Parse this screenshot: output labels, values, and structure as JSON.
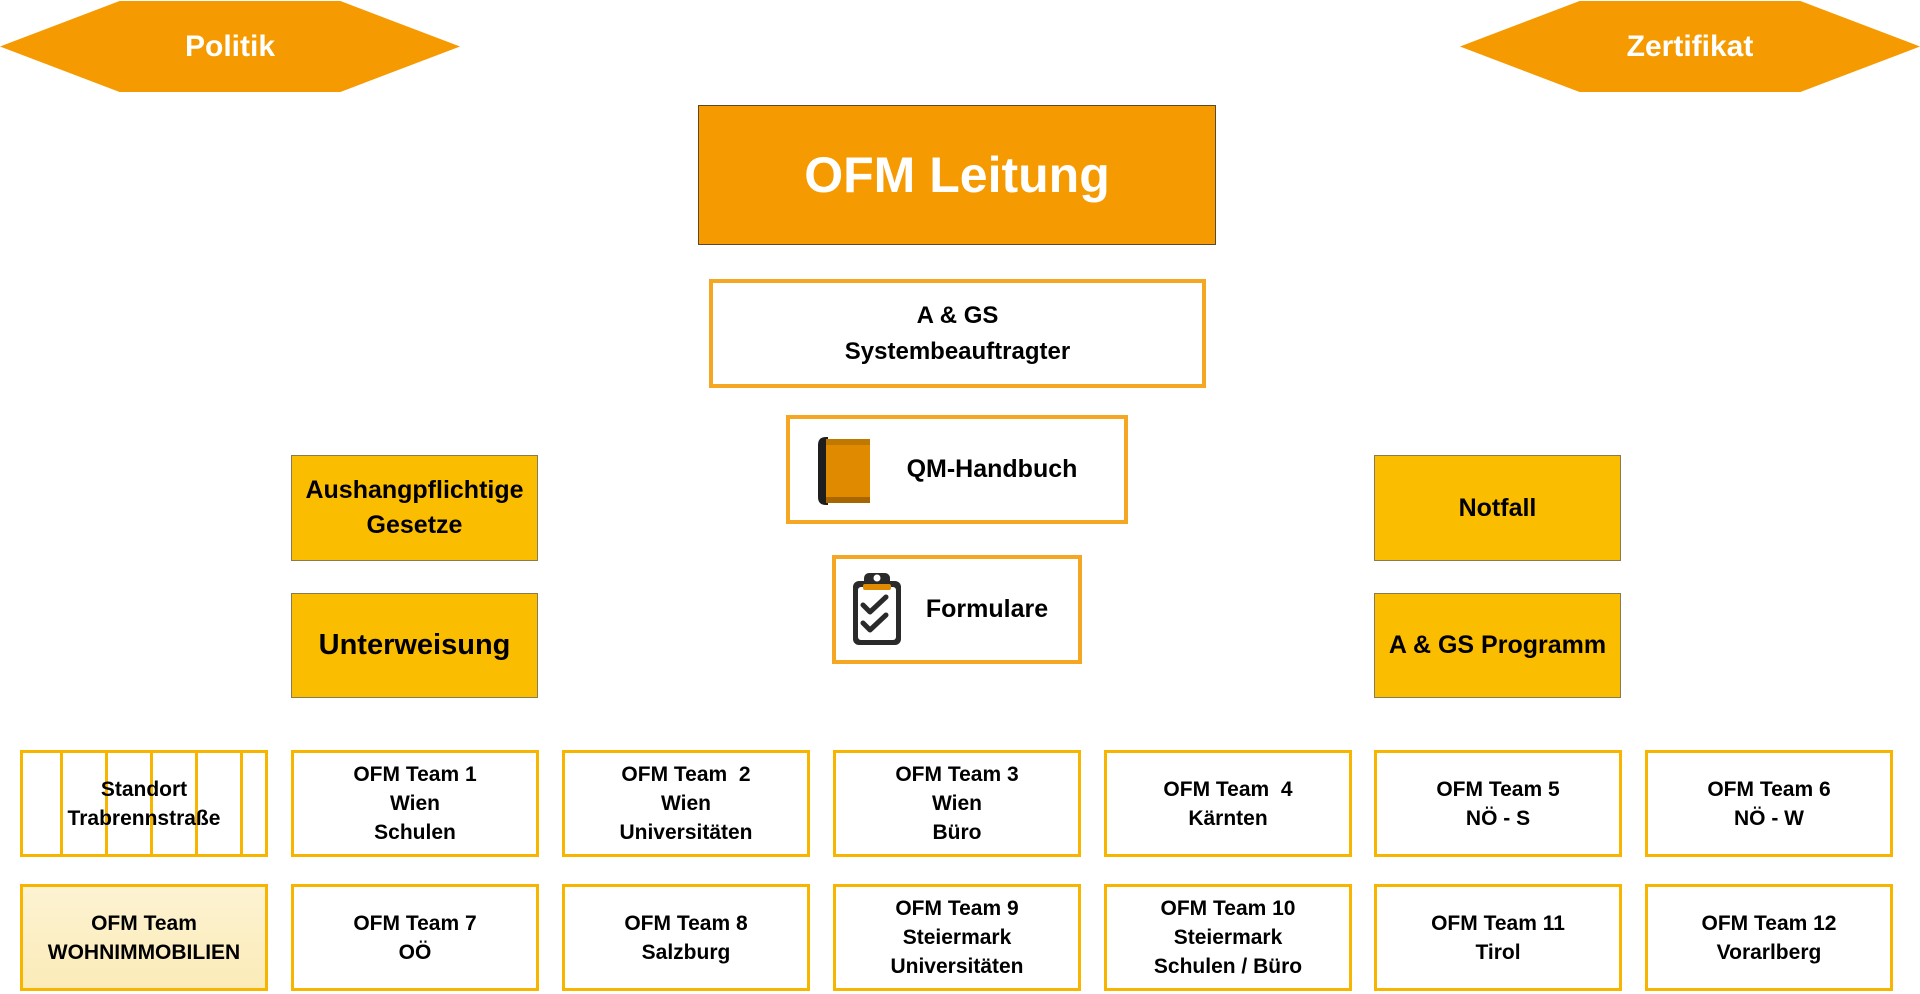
{
  "top": {
    "left_label": "Politik",
    "right_label": "Zertifikat"
  },
  "center": {
    "leitung": "OFM Leitung",
    "ag_line1": "A & GS",
    "ag_line2": "Systembeauftragter",
    "qm": "QM-Handbuch",
    "formulare": "Formulare"
  },
  "left_column": {
    "item1_line1": "Aushangpflichtige",
    "item1_line2": "Gesetze",
    "item2": "Unterweisung"
  },
  "right_column": {
    "item1": "Notfall",
    "item2": "A & GS Programm"
  },
  "icons": {
    "book": "book-icon",
    "clipboard": "clipboard-check-icon"
  },
  "colors": {
    "orange": "#f59a00",
    "yellow": "#fbbd00",
    "border_orange": "#f5a623"
  },
  "teams_row1": [
    {
      "lines": [
        "Standort",
        "Trabrennstraße"
      ]
    },
    {
      "lines": [
        "OFM Team 1",
        "Wien",
        "Schulen"
      ]
    },
    {
      "lines": [
        "OFM Team  2",
        "Wien",
        "Universitäten"
      ]
    },
    {
      "lines": [
        "OFM Team 3",
        "Wien",
        "Büro"
      ]
    },
    {
      "lines": [
        "OFM Team  4",
        "Kärnten"
      ]
    },
    {
      "lines": [
        "OFM Team 5",
        "NÖ - S"
      ]
    },
    {
      "lines": [
        "OFM Team 6",
        "NÖ - W"
      ]
    }
  ],
  "teams_row2": [
    {
      "lines": [
        "OFM Team",
        "WOHNIMMOBILIEN"
      ]
    },
    {
      "lines": [
        "OFM Team 7",
        "OÖ"
      ]
    },
    {
      "lines": [
        "OFM Team 8",
        "Salzburg"
      ]
    },
    {
      "lines": [
        "OFM Team 9",
        "Steiermark",
        "Universitäten"
      ]
    },
    {
      "lines": [
        "OFM Team 10",
        "Steiermark",
        "Schulen / Büro"
      ]
    },
    {
      "lines": [
        "OFM Team 11",
        "Tirol"
      ]
    },
    {
      "lines": [
        "OFM Team 12",
        "Vorarlberg"
      ]
    }
  ]
}
